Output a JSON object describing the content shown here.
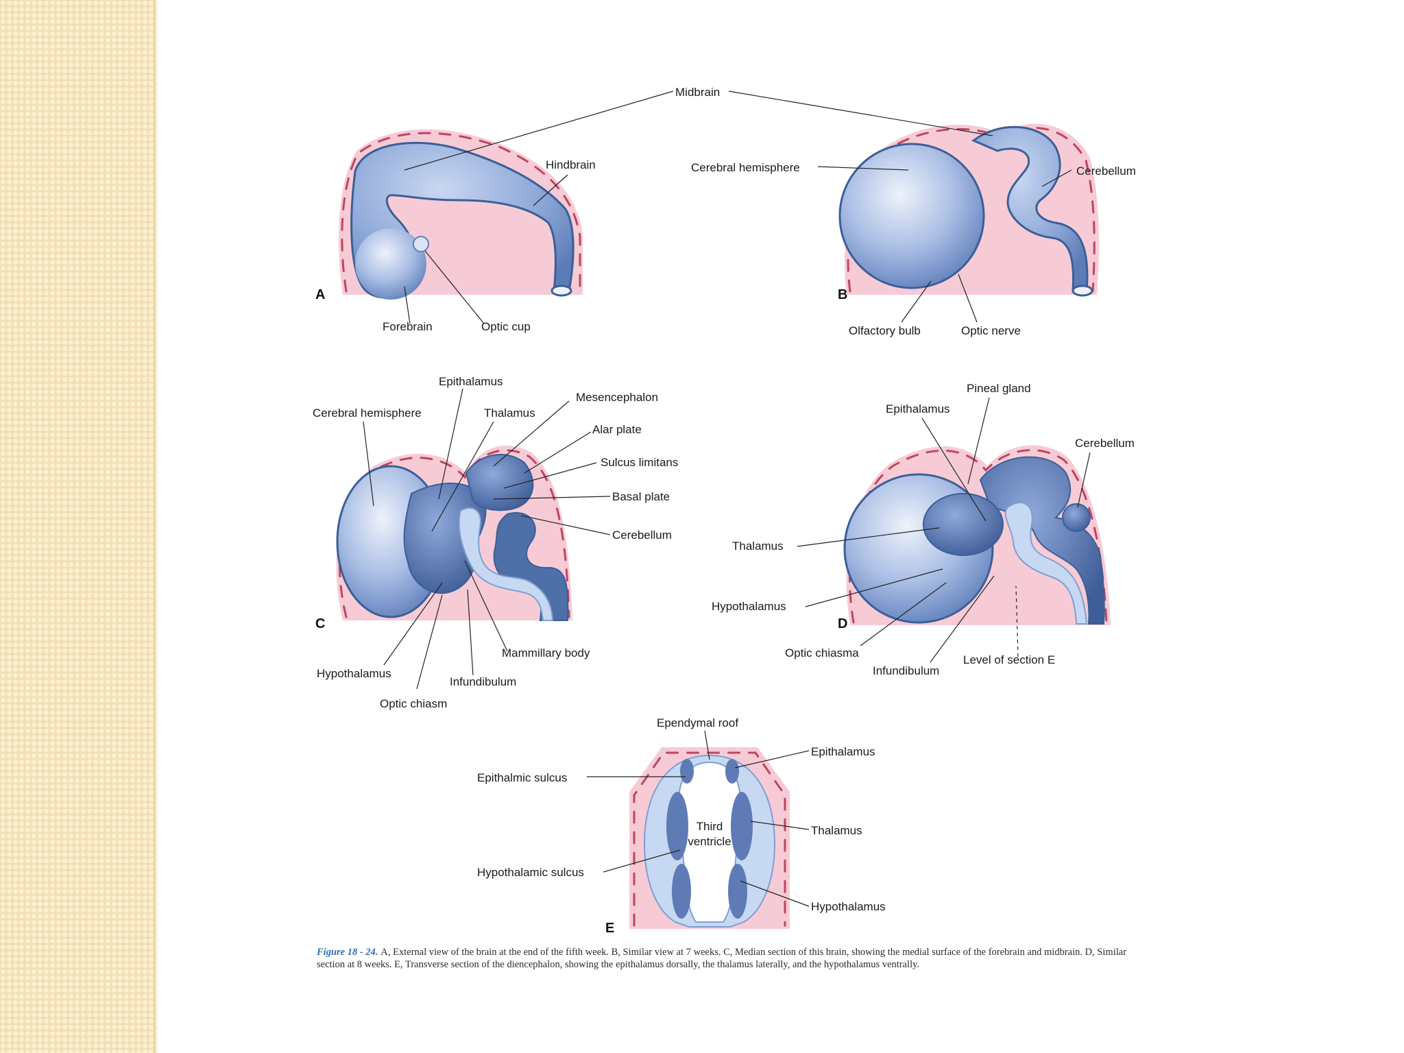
{
  "panels": {
    "a": {
      "letter": "A",
      "midbrain": "Midbrain",
      "hindbrain": "Hindbrain",
      "forebrain": "Forebrain",
      "optic_cup": "Optic cup"
    },
    "b": {
      "letter": "B",
      "cerebral_hemisphere": "Cerebral hemisphere",
      "cerebellum": "Cerebellum",
      "olfactory_bulb": "Olfactory bulb",
      "optic_nerve": "Optic nerve"
    },
    "c": {
      "letter": "C",
      "epithalamus": "Epithalamus",
      "cerebral_hemisphere": "Cerebral hemisphere",
      "thalamus": "Thalamus",
      "mesencephalon": "Mesencephalon",
      "alar_plate": "Alar plate",
      "sulcus_limitans": "Sulcus limitans",
      "basal_plate": "Basal plate",
      "cerebellum": "Cerebellum",
      "mammillary_body": "Mammillary body",
      "hypothalamus": "Hypothalamus",
      "infundibulum": "Infundibulum",
      "optic_chiasm": "Optic chiasm"
    },
    "d": {
      "letter": "D",
      "pineal_gland": "Pineal gland",
      "epithalamus": "Epithalamus",
      "cerebellum": "Cerebellum",
      "thalamus": "Thalamus",
      "hypothalamus": "Hypothalamus",
      "optic_chiasma": "Optic chiasma",
      "infundibulum": "Infundibulum",
      "level_of_section": "Level of section E"
    },
    "e": {
      "letter": "E",
      "ependymal_roof": "Ependymal roof",
      "epithalamus": "Epithalamus",
      "epithalmic_sulcus": "Epithalmic sulcus",
      "thalamus": "Thalamus",
      "third_ventricle_line1": "Third",
      "third_ventricle_line2": "ventricle",
      "hypothalamic_sulcus": "Hypothalamic sulcus",
      "hypothalamus": "Hypothalamus"
    }
  },
  "caption": {
    "label": "Figure 18 - 24.",
    "text": "A, External view of the brain at the end of the fifth week. B, Similar view at 7 weeks. C, Median section of this brain, showing the medial surface of the forebrain and midbrain. D, Similar section at 8 weeks. E, Transverse section of the diencephalon, showing the epithalamus dorsally, the thalamus laterally, and the hypothalamus ventrally."
  },
  "colors": {
    "sidebar": "#f3e0b2",
    "mesenchyme": "#f6cbd6",
    "neural_tube": "#7e9fd1",
    "dark_wall": "#4f6fa8",
    "ventricle": "#c7d9f2",
    "caption_label": "#2f6fb3"
  }
}
